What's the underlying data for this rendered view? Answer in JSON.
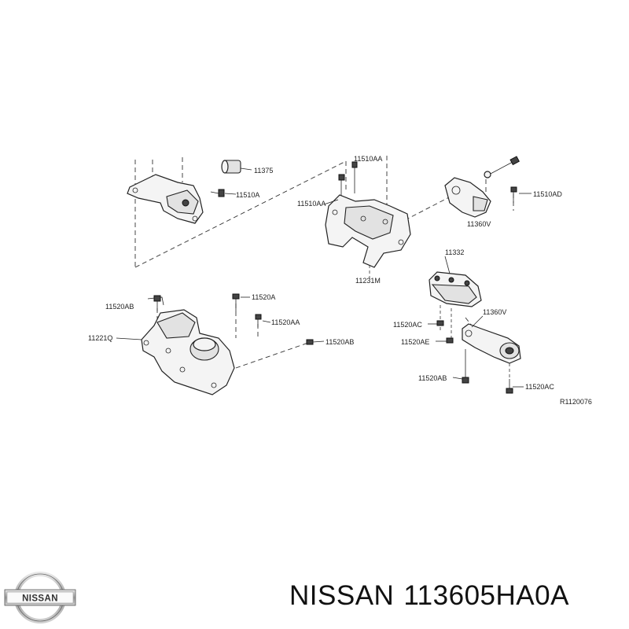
{
  "diagram": {
    "reference_code": "R1120076",
    "callouts": {
      "c11375": "11375",
      "c11510A": "11510A",
      "c11510AA_top": "11510AA",
      "c11510AA_left": "11510AA",
      "c11231M": "11231M",
      "c11510AD": "11510AD",
      "c11360V": "11360V",
      "c11520AB_a": "11520AB",
      "c11520A": "11520A",
      "c11520AA": "11520AA",
      "c11221Q": "11221Q",
      "c11520AB_b": "11520AB",
      "c11332": "11332",
      "c11520AC_a": "11520AC",
      "c11360V_b": "11360V",
      "c11520AE": "11520AE",
      "c11520AB_c": "11520AB",
      "c11520AC_b": "11520AC"
    }
  },
  "footer": {
    "brand": "NISSAN",
    "part_number": "113605HA0A",
    "logo_text": "NISSAN"
  }
}
